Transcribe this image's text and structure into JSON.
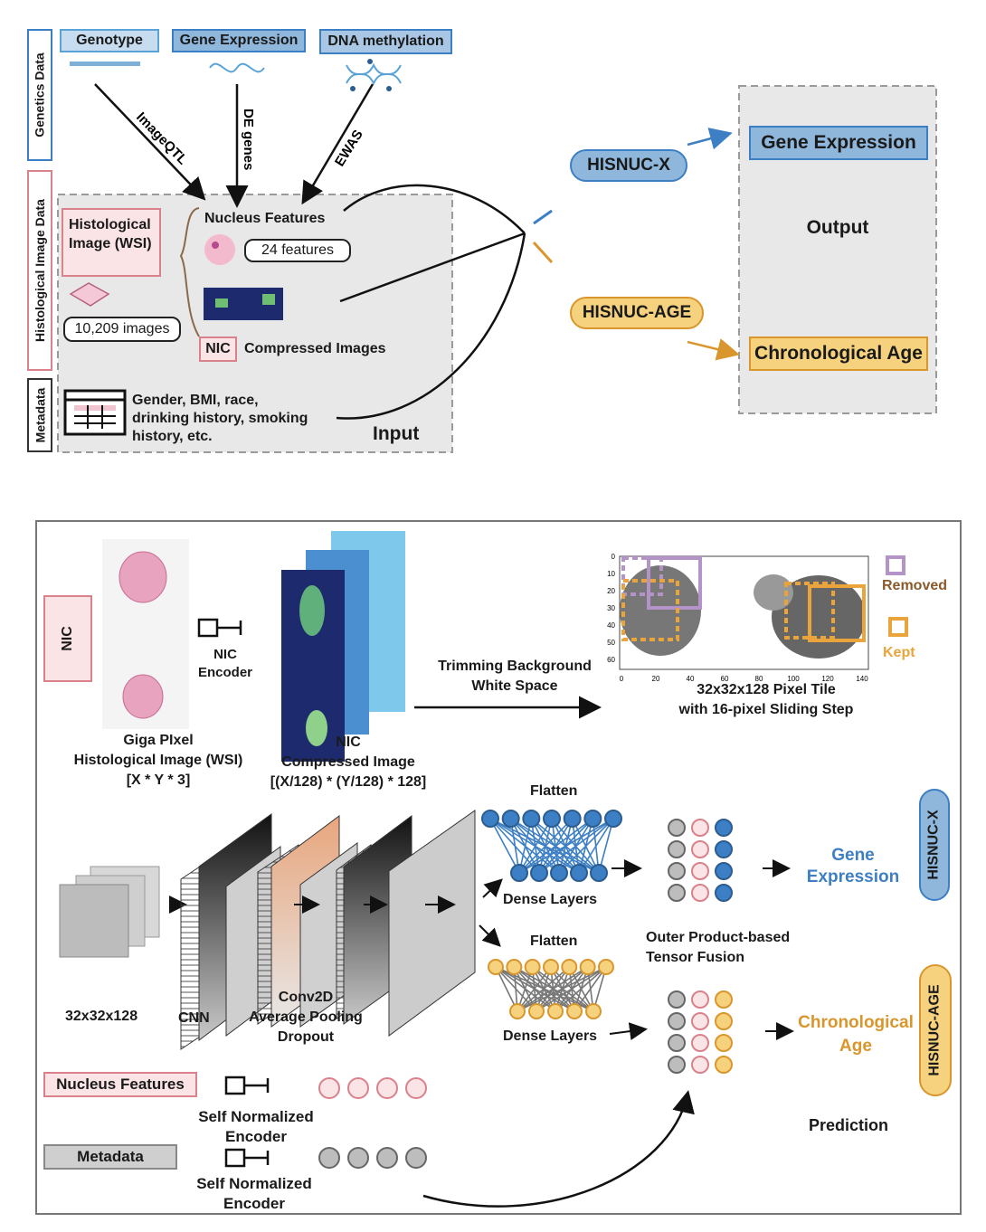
{
  "top": {
    "side_labels": {
      "genetics": "Genetics Data",
      "histological": "Histological Image Data",
      "metadata": "Metadata"
    },
    "data_boxes": {
      "genotype": "Genotype",
      "gene_expression": "Gene Expression",
      "dna_methylation": "DNA methylation"
    },
    "arrow_labels": {
      "imageqtl": "ImageQTL",
      "de_genes": "DE genes",
      "ewas": "EWAS"
    },
    "hist_image": "Histological Image (WSI)",
    "image_count": "10,209 images",
    "nucleus_features": "Nucleus Features",
    "feature_count": "24 features",
    "nic_tag": "NIC",
    "compressed_images": "Compressed Images",
    "metadata_text": "Gender, BMI, race, drinking history, smoking history, etc.",
    "input_label": "Input",
    "hisnuc_x": "HISNUC-X",
    "hisnuc_age": "HISNUC-AGE",
    "output_gene_expression": "Gene Expression",
    "output_label": "Output",
    "output_age": "Chronological Age"
  },
  "bottom": {
    "nic_label": "NIC",
    "wsi_caption": [
      "Giga PIxel",
      "Histological Image (WSI)",
      "[X * Y * 3]"
    ],
    "encoder_label": [
      "NIC",
      "Encoder"
    ],
    "compressed_caption": [
      "NIC",
      "Compressed Image",
      "[(X/128) * (Y/128) * 128]"
    ],
    "trimming": [
      "Trimming Background",
      "White Space"
    ],
    "tile_caption": [
      "32x32x128 Pixel Tile",
      "with 16-pixel Sliding Step"
    ],
    "legend_removed": "Removed",
    "legend_kept": "Kept",
    "tile_x_ticks": [
      "0",
      "20",
      "40",
      "60",
      "80",
      "100",
      "120",
      "140"
    ],
    "tile_y_ticks": [
      "0",
      "10",
      "20",
      "30",
      "40",
      "50",
      "60"
    ],
    "input_tile": "32x32x128",
    "cnn": "CNN",
    "conv_caption": [
      "Conv2D",
      "Average Pooling",
      "Dropout"
    ],
    "flatten_top": "Flatten",
    "dense_top": "Dense Layers",
    "flatten_bottom": "Flatten",
    "dense_bottom": "Dense Layers",
    "fusion": [
      "Outer Product-based",
      "Tensor Fusion"
    ],
    "gene_expression": [
      "Gene",
      "Expression"
    ],
    "chronological_age": [
      "Chronological",
      "Age"
    ],
    "hisnuc_x": "HISNUC-X",
    "hisnuc_age": "HISNUC-AGE",
    "nucleus_features": "Nucleus Features",
    "metadata": "Metadata",
    "encoder_1": [
      "Self Normalized",
      "Encoder"
    ],
    "encoder_2": [
      "Self Normalized",
      "Encoder"
    ],
    "prediction": "Prediction"
  },
  "colors": {
    "blue": "#3d7fc4",
    "orange": "#e9a43b",
    "pink": "#d9828c",
    "gray": "#9a9a9a",
    "purple": "#b493c9"
  }
}
